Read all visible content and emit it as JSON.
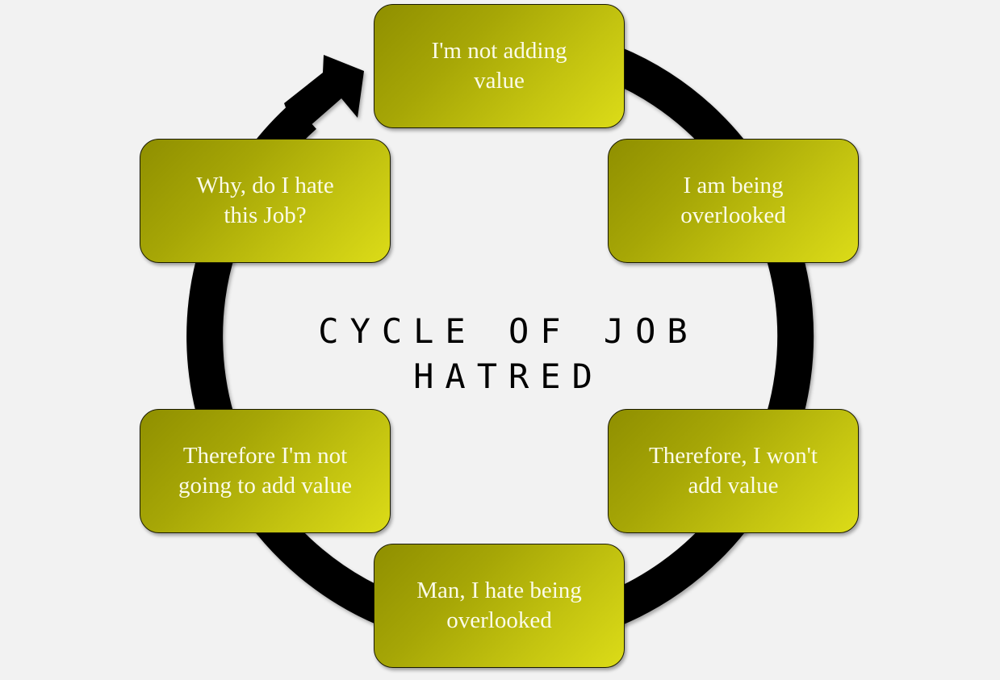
{
  "diagram": {
    "title": "CYCLE OF JOB HATRED",
    "type": "cycle",
    "colors": {
      "background": "#f2f2f2",
      "ring": "#000000",
      "box_gradient_start": "#8f8f00",
      "box_gradient_end": "#dcdc18",
      "box_text": "#fbfbe8",
      "title_text": "#000000"
    },
    "steps": [
      {
        "label": "I'm not adding value",
        "line1": "I'm not adding",
        "line2": "value"
      },
      {
        "label": "I am being overlooked",
        "line1": "I am being",
        "line2": "overlooked"
      },
      {
        "label": "Therefore, I won't add value",
        "line1": "Therefore, I won't",
        "line2": "add value"
      },
      {
        "label": "Man, I hate being overlooked",
        "line1": "Man, I hate being",
        "line2": "overlooked"
      },
      {
        "label": "Therefore I'm not going to add value",
        "line1": "Therefore I'm not",
        "line2": "going to add value"
      },
      {
        "label": "Why, do I hate this Job?",
        "line1": "Why, do I hate",
        "line2": "this Job?"
      }
    ],
    "direction": "clockwise"
  }
}
